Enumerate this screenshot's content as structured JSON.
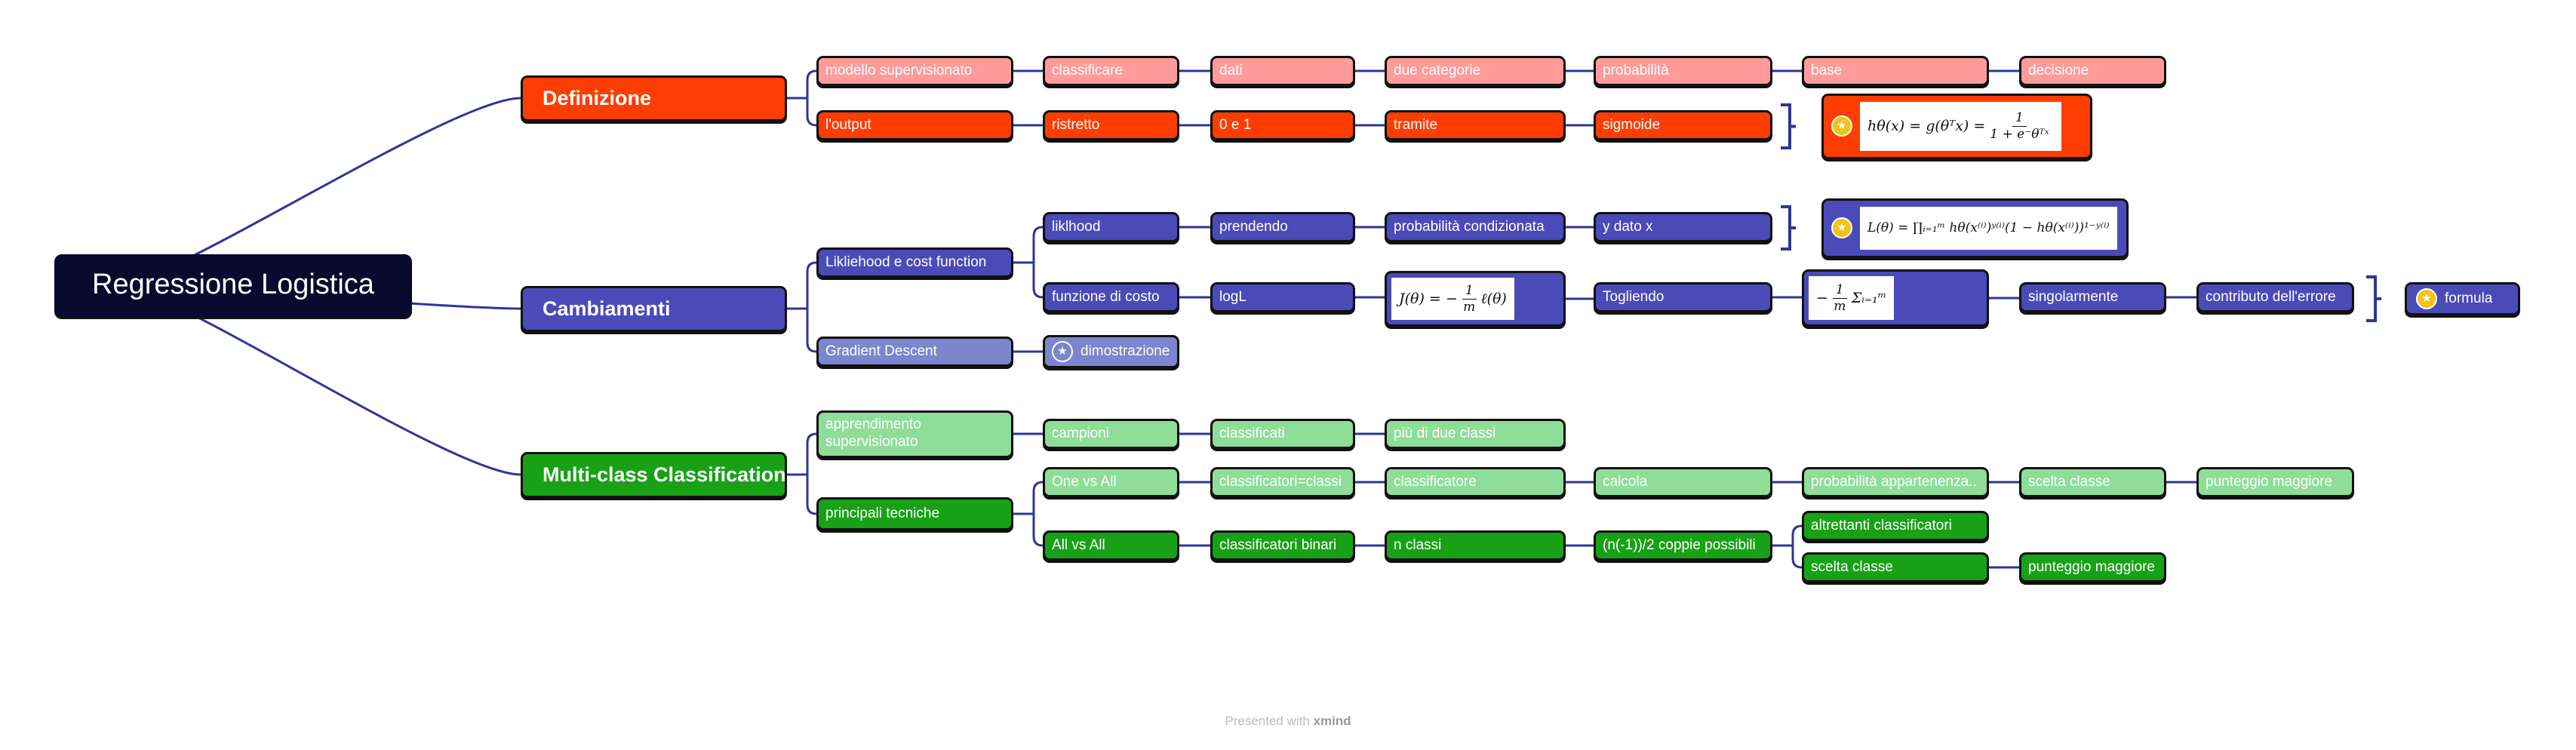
{
  "nodes": {
    "root": "Regressione Logistica",
    "definizione": "Definizione",
    "cambiamenti": "Cambiamenti",
    "multiclass": "Multi-class Classification",
    "modello": "modello supervisionato",
    "classificare": "classificare",
    "dati": "dati",
    "due_categorie": "due categorie",
    "probabilita": "probabilità",
    "base": "base",
    "decisione": "decisione",
    "output": "l'output",
    "ristretto": "ristretto",
    "zero_uno": "0 e 1",
    "tramite": "tramite",
    "sigmoide": "sigmoide",
    "likliehood": "Likliehood e cost function",
    "liklhood": "liklhood",
    "prendendo": "prendendo",
    "prob_cond": "probabilità condizionata",
    "y_dato_x": "y dato x",
    "funzione_costo": "funzione di costo",
    "logl": "logL",
    "togliendo": "Togliendo",
    "singolarmente": "singolarmente",
    "contributo": "contributo dell'errore",
    "formula": "formula",
    "gradient": "Gradient Descent",
    "dimostrazione": "dimostrazione",
    "apprendimento": "apprendimento supervisionato",
    "campioni": "campioni",
    "classificati": "classificati",
    "piu_classi": "più di due classi",
    "principali": "principali tecniche",
    "ova": "One vs All",
    "class_eq": "classificatori=classi",
    "classificatore": "classificatore",
    "calcola": "calcola",
    "prob_app": "probabilità appartenenza..",
    "scelta1": "scelta classe",
    "punteggio1": "punteggio maggiore",
    "ava": "All vs All",
    "class_bin": "classificatori binari",
    "n_classi": "n classi",
    "coppie": "(n(-1))/2 coppie possibili",
    "altrettanti": "altrettanti classificatori",
    "scelta2": "scelta classe",
    "punteggio2": "punteggio maggiore"
  },
  "formulas": {
    "sigmoid": {
      "lhs": "hθ(x) = g(θᵀx) =",
      "num": "1",
      "den": "1 + e⁻θᵀˣ"
    },
    "likelihood": {
      "text": "L(θ) = ∏ᵢ₌₁ᵐ hθ(x⁽ⁱ⁾)ʸ⁽ⁱ⁾(1 − hθ(x⁽ⁱ⁾))¹⁻ʸ⁽ⁱ⁾"
    },
    "cost": {
      "lhs": "J(θ) = −",
      "num": "1",
      "den": "m",
      "rhs": "ℓ(θ)"
    },
    "sum": {
      "lhs": "−",
      "num": "1",
      "den": "m",
      "rhs": "Σᵢ₌₁ᵐ"
    }
  },
  "footer": {
    "prefix": "Presented with ",
    "brand": "xmind"
  },
  "colors": {
    "red": "#fe3d02",
    "light_red": "#ff9b9b",
    "blue": "#4a4ab8",
    "light_blue": "#7b86cf",
    "green": "#18a117",
    "light_green": "#8edd99",
    "root": "#0a0a2e",
    "connector": "#2c3796",
    "star": "#f2c318"
  }
}
